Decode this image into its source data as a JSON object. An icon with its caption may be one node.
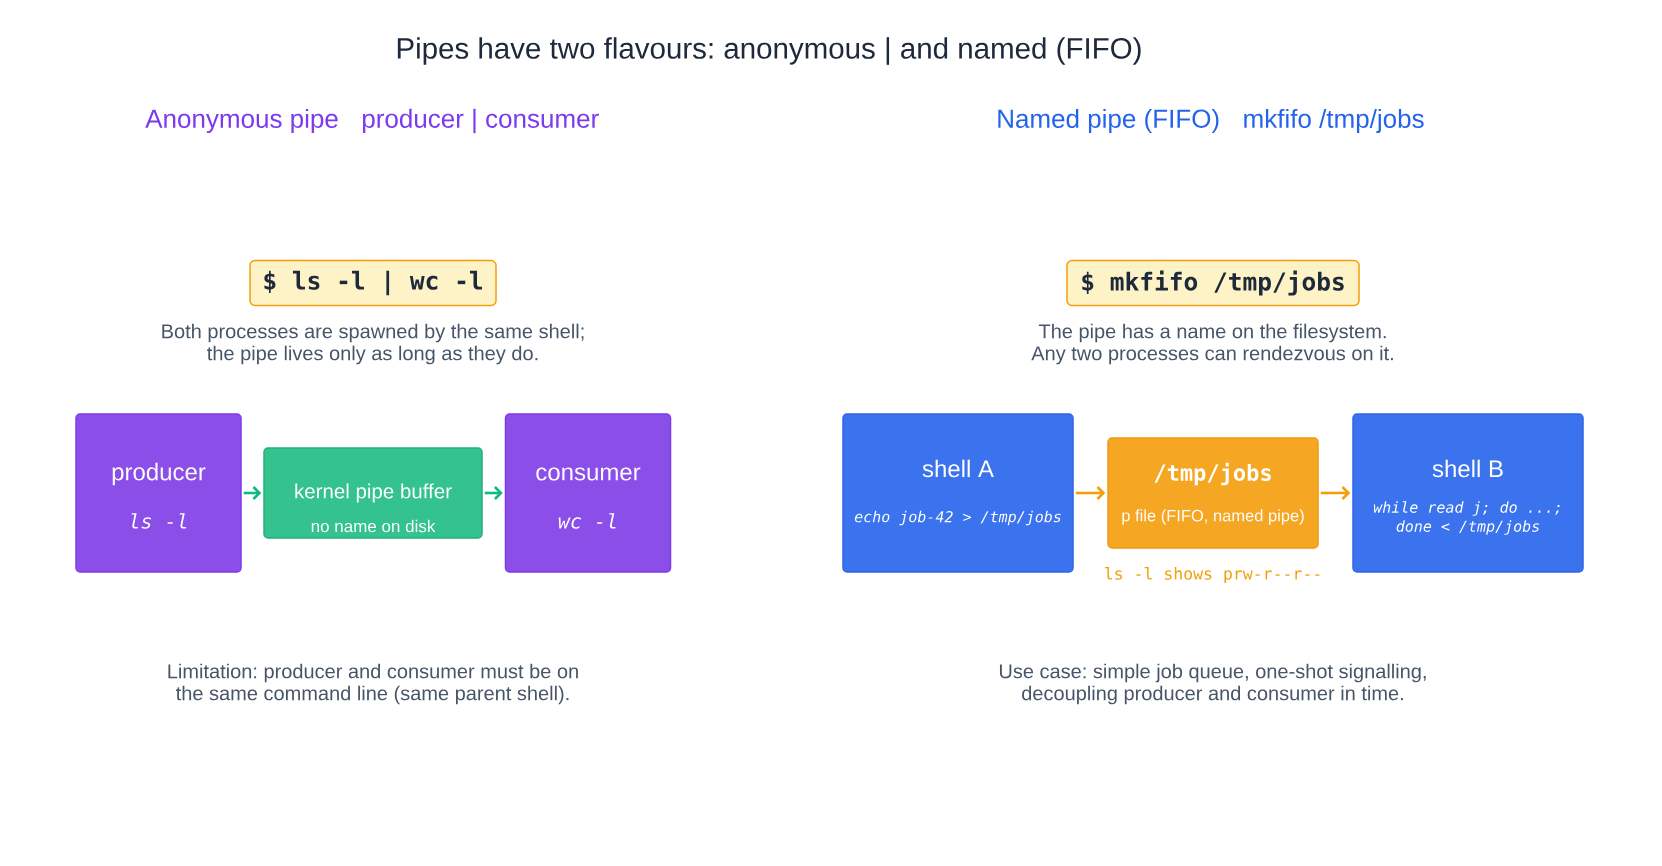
{
  "diagram": {
    "title": "Pipes have two flavours: anonymous | and named (FIFO)",
    "nodes": [
      {
        "text": [
          "$ ls -l | wc -l"
        ]
      },
      {
        "text": [
          "producer",
          "ls -l"
        ]
      },
      {
        "text": [
          "kernel pipe buffer",
          "no name on disk"
        ]
      },
      {
        "text": [
          "consumer",
          "wc -l"
        ]
      },
      {
        "text": [
          "$ mkfifo /tmp/jobs"
        ]
      },
      {
        "text": [
          "shell A",
          "echo job-42 > /tmp/jobs"
        ]
      },
      {
        "text": [
          "/tmp/jobs",
          "p file (FIFO, named pipe)"
        ],
        "beside": [
          "ls -l shows prw-r--r--"
        ]
      },
      {
        "text": [
          "shell B",
          "while read j; do ...; done < /tmp/jobs"
        ]
      }
    ],
    "edges": [
      {
        "from": 1,
        "to": 2,
        "arrow": "to",
        "color": "#10b981"
      },
      {
        "from": 2,
        "to": 3,
        "arrow": "to",
        "color": "#10b981"
      },
      {
        "from": 5,
        "to": 6,
        "arrow": "to",
        "color": "#f59e0b"
      },
      {
        "from": 6,
        "to": 7,
        "arrow": "to",
        "color": "#f59e0b"
      }
    ],
    "labels": [
      "Anonymous pipe",
      "producer | consumer",
      "Named pipe (FIFO)",
      "mkfifo /tmp/jobs",
      "Both processes are spawned by the same shell; the pipe lives only as long as they do.",
      "The pipe has a name on the filesystem. Any two processes can rendezvous on it.",
      "Limitation: producer and consumer must be on the same command line (same parent shell).",
      "Use case: simple job queue, one-shot signalling, decoupling producer and consumer in time."
    ]
  }
}
